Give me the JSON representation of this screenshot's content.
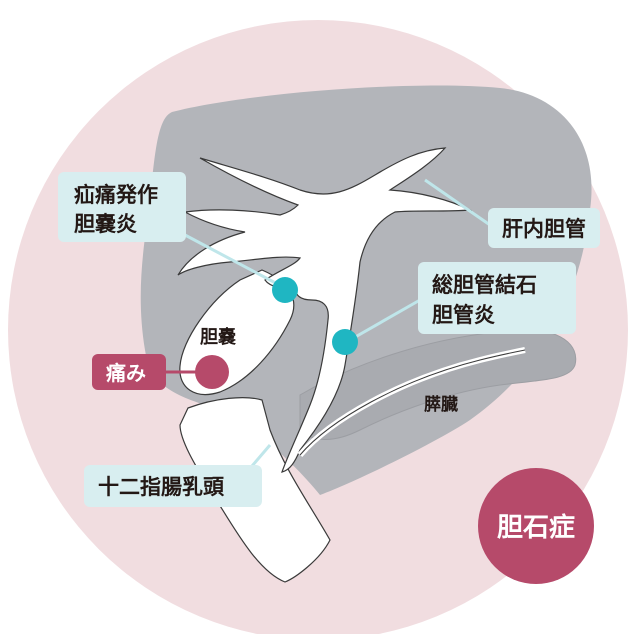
{
  "labels": {
    "gallstone_attack_line1": "疝痛発作",
    "gallstone_attack_line2": "胆嚢炎",
    "intrahepatic_duct": "肝内胆管",
    "common_duct_line1": "総胆管結石",
    "common_duct_line2": "胆管炎",
    "gallbladder": "胆嚢",
    "pain": "痛み",
    "pancreas": "膵臓",
    "papilla": "十二指腸乳頭",
    "title": "胆石症"
  },
  "colors": {
    "background_circle": "#f1dde0",
    "liver": "#b3b5ba",
    "organ_fill": "#ffffff",
    "organ_stroke": "#3a3a3a",
    "callout_box": "#d8eef0",
    "callout_line": "#bfe6ea",
    "stone_marker": "#1fb6c2",
    "accent": "#b64a6a",
    "text_dark": "#231815",
    "text_light": "#ffffff"
  },
  "icons": {
    "stone": "teal-dot",
    "pain": "red-dot"
  }
}
